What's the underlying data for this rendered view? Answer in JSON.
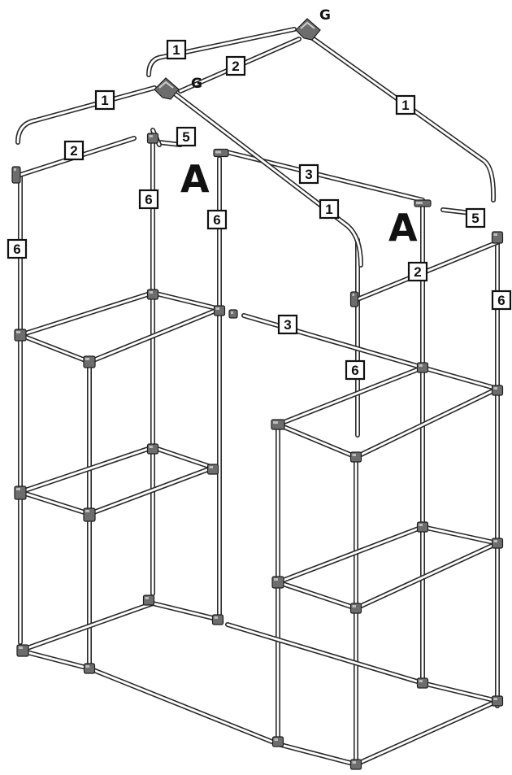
{
  "diagram": {
    "part_labels": {
      "p1": "1",
      "p2": "2",
      "p3": "3",
      "p5": "5",
      "p6": "6"
    },
    "assembly_labels": {
      "a": "A",
      "g": "G"
    },
    "colors": {
      "tube_outline": "#2a2a2a",
      "tube_fill": "#ffffff",
      "connector": "#6d6d6d",
      "label_border": "#111111"
    }
  }
}
